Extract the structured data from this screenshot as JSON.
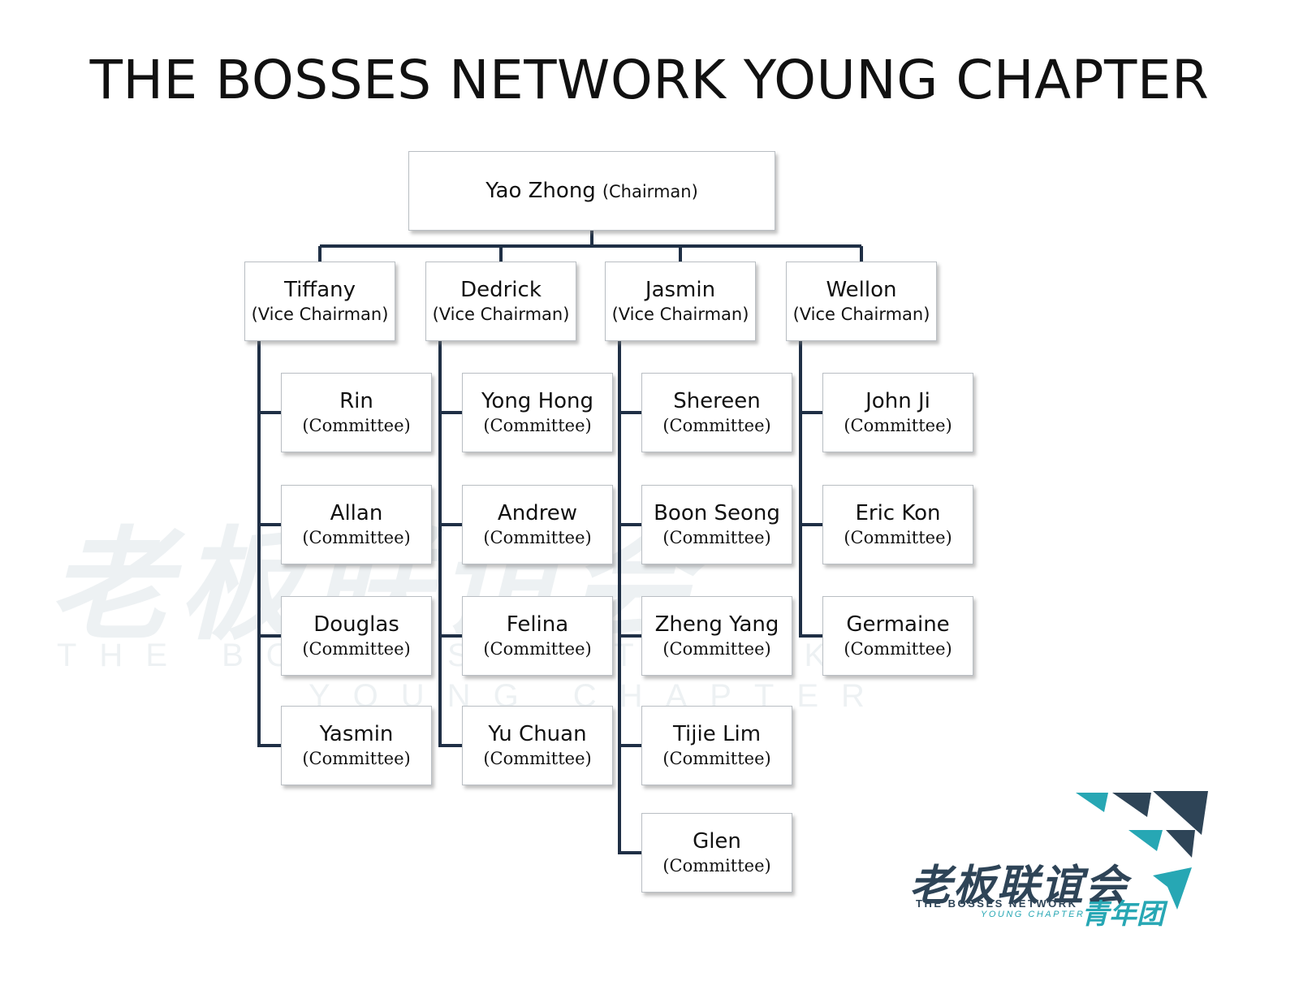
{
  "title": "THE BOSSES NETWORK YOUNG CHAPTER",
  "chart": {
    "root": {
      "name": "Yao Zhong",
      "role": "(Chairman)"
    },
    "vice_chairmen": [
      {
        "name": "Tiffany",
        "role": "(Vice Chairman)",
        "members": [
          {
            "name": "Rin",
            "role": "(Committee)"
          },
          {
            "name": "Allan",
            "role": "(Committee)"
          },
          {
            "name": "Douglas",
            "role": "(Committee)"
          },
          {
            "name": "Yasmin",
            "role": "(Committee)"
          }
        ]
      },
      {
        "name": "Dedrick",
        "role": "(Vice Chairman)",
        "members": [
          {
            "name": "Yong Hong",
            "role": "(Committee)"
          },
          {
            "name": "Andrew",
            "role": "(Committee)"
          },
          {
            "name": "Felina",
            "role": "(Committee)"
          },
          {
            "name": "Yu Chuan",
            "role": "(Committee)"
          }
        ]
      },
      {
        "name": "Jasmin",
        "role": "(Vice Chairman)",
        "members": [
          {
            "name": "Shereen",
            "role": "(Committee)"
          },
          {
            "name": "Boon Seong",
            "role": "(Committee)"
          },
          {
            "name": "Zheng Yang",
            "role": "(Committee)"
          },
          {
            "name": "Tijie Lim",
            "role": "(Committee)"
          },
          {
            "name": "Glen",
            "role": "(Committee)"
          }
        ]
      },
      {
        "name": "Wellon",
        "role": "(Vice Chairman)",
        "members": [
          {
            "name": "John Ji",
            "role": "(Committee)"
          },
          {
            "name": "Eric Kon",
            "role": "(Committee)"
          },
          {
            "name": "Germaine",
            "role": "(Committee)"
          }
        ]
      }
    ]
  },
  "logo": {
    "chinese": "老板联谊会",
    "english": "THE BOSSES NETWORK",
    "english_sub": "YOUNG CHAPTER",
    "chinese_sub": "青年团"
  },
  "watermark": {
    "chinese": "老板联谊会",
    "english": "THE BOSSES NETWORK",
    "english_sub": "YOUNG CHAPTER"
  },
  "colors": {
    "connector": "#1f2f45",
    "logo_dark": "#2e4457",
    "logo_teal": "#27a7b4"
  }
}
